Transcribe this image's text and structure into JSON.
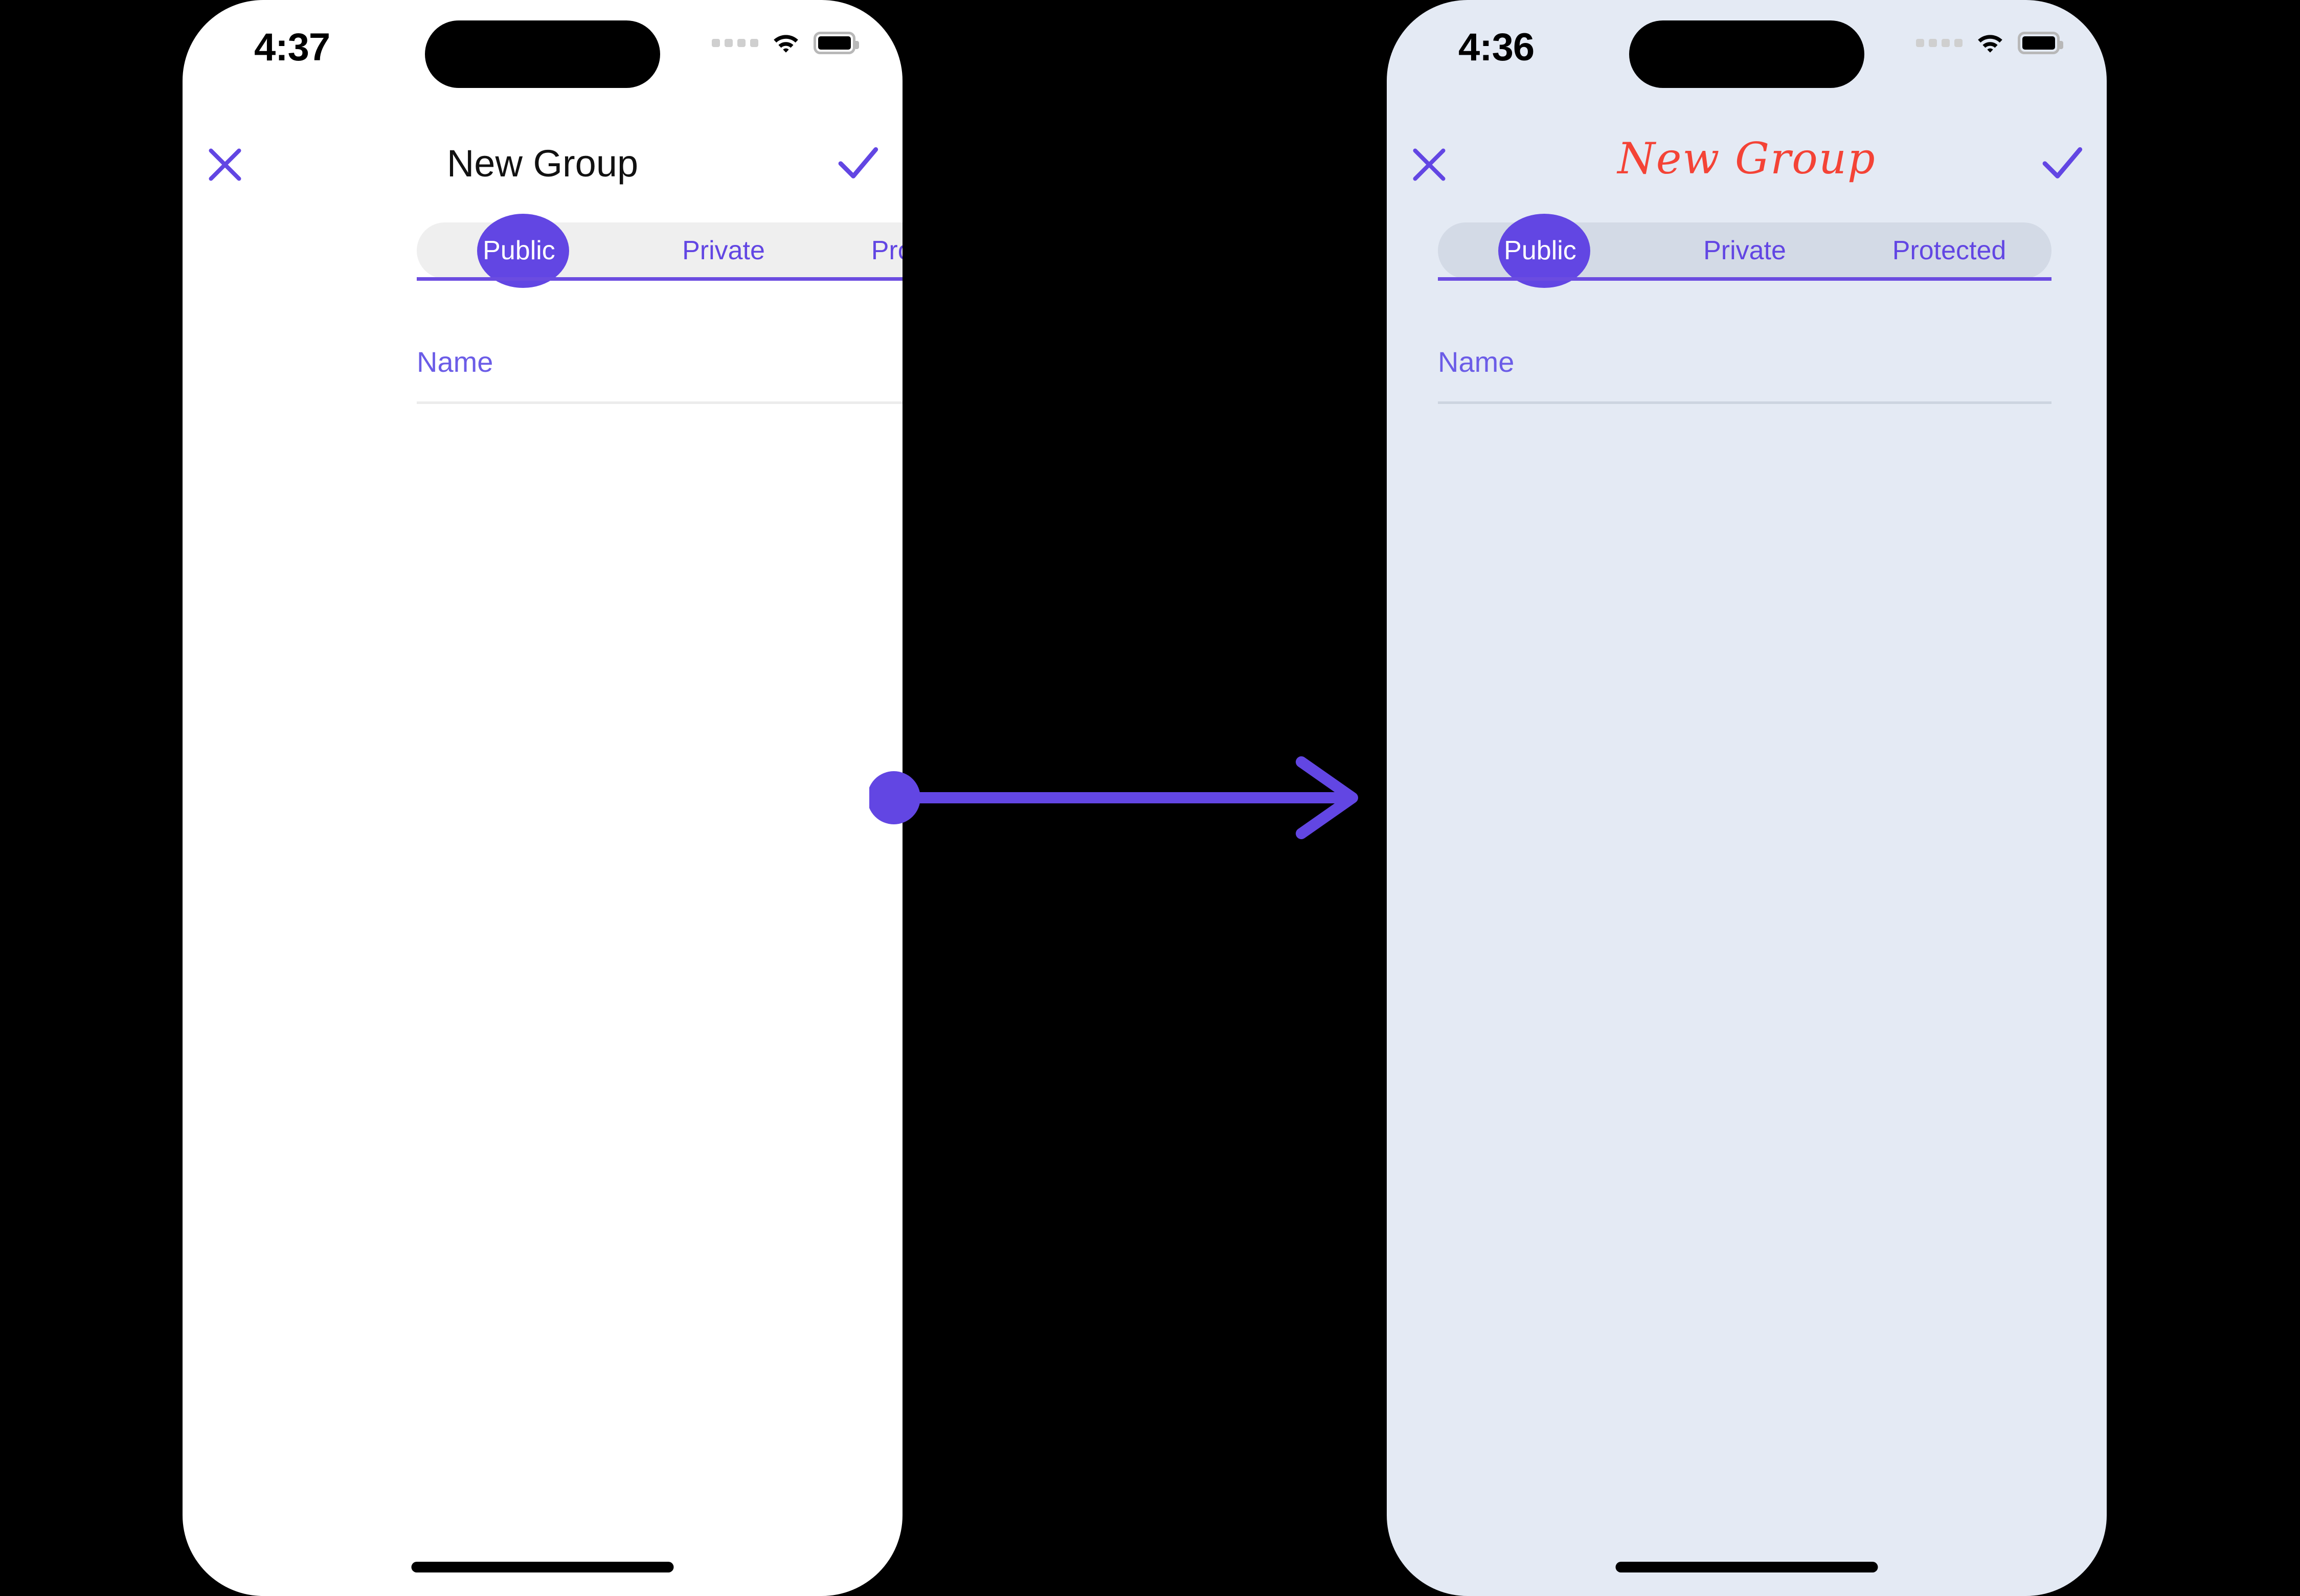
{
  "canvas": {
    "background": "#000000"
  },
  "accent": {
    "purple": "#6246e3",
    "purple_light": "#6b5ce7",
    "red_script": "#f44336"
  },
  "screens": [
    {
      "id": "before",
      "background": "#ffffff",
      "status_bar": {
        "time": "4:37",
        "signal_icon": "signal-dots-icon",
        "wifi_icon": "wifi-icon",
        "battery_icon": "battery-full-icon",
        "dynamic_island": "dynamic-island"
      },
      "nav": {
        "close_icon": "close-x-icon",
        "title": "New Group",
        "title_style": "plain",
        "confirm_icon": "checkmark-icon"
      },
      "segmented": {
        "selected": "Public",
        "track_color": "#efefef",
        "options": [
          "Public",
          "Private",
          "Protected"
        ]
      },
      "form": {
        "name_label": "Name",
        "name_value": "",
        "name_placeholder": "Name"
      },
      "home_indicator": "home-indicator"
    },
    {
      "id": "after",
      "background": "#e4eaf4",
      "status_bar": {
        "time": "4:36",
        "signal_icon": "signal-dots-icon",
        "wifi_icon": "wifi-icon",
        "battery_icon": "battery-full-icon",
        "dynamic_island": "dynamic-island"
      },
      "nav": {
        "close_icon": "close-x-icon",
        "title": "New Group",
        "title_style": "script-red",
        "confirm_icon": "checkmark-icon"
      },
      "segmented": {
        "selected": "Public",
        "track_color": "#d3dae6",
        "options": [
          "Public",
          "Private",
          "Protected"
        ]
      },
      "form": {
        "name_label": "Name",
        "name_value": "",
        "name_placeholder": "Name"
      },
      "home_indicator": "home-indicator"
    }
  ],
  "connector": {
    "icon": "transition-arrow-icon",
    "color": "#6246e3",
    "from": "before",
    "to": "after",
    "label": ""
  }
}
